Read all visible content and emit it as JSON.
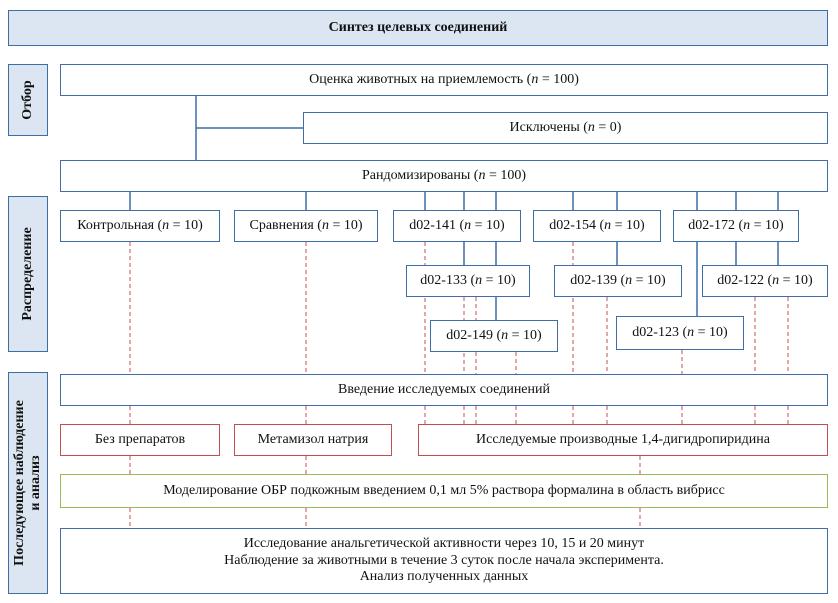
{
  "header": {
    "title": "Синтез целевых соединений"
  },
  "side_labels": {
    "selection": "Отбор",
    "distribution": "Распределение",
    "followup_line1": "Последующее наблюдение",
    "followup_line2": "и анализ"
  },
  "selection": {
    "assessment": {
      "pre": "Оценка животных на приемлемость (",
      "n": "n",
      "post": " = 100)"
    },
    "excluded": {
      "pre": "Исключены (",
      "n": "n",
      "post": " = 0)"
    },
    "randomized": {
      "pre": "Рандомизированы (",
      "n": "n",
      "post": " = 100)"
    }
  },
  "groups": [
    {
      "id": "control",
      "pre": "Контрольная (",
      "n": "n",
      "post": " = 10)"
    },
    {
      "id": "comparison",
      "pre": "Сравнения (",
      "n": "n",
      "post": " = 10)"
    },
    {
      "id": "d02-141",
      "pre": "d02-141 (",
      "n": "n",
      "post": " = 10)"
    },
    {
      "id": "d02-154",
      "pre": "d02-154 (",
      "n": "n",
      "post": " = 10)"
    },
    {
      "id": "d02-172",
      "pre": "d02-172 (",
      "n": "n",
      "post": " = 10)"
    },
    {
      "id": "d02-133",
      "pre": "d02-133 (",
      "n": "n",
      "post": " = 10)"
    },
    {
      "id": "d02-139",
      "pre": "d02-139 (",
      "n": "n",
      "post": " = 10)"
    },
    {
      "id": "d02-122",
      "pre": "d02-122 (",
      "n": "n",
      "post": " = 10)"
    },
    {
      "id": "d02-149",
      "pre": "d02-149 (",
      "n": "n",
      "post": " = 10)"
    },
    {
      "id": "d02-123",
      "pre": "d02-123 (",
      "n": "n",
      "post": " = 10)"
    }
  ],
  "followup": {
    "administration": "Введение исследуемых соединений",
    "no_drugs": "Без препаратов",
    "metamizole": "Метамизол натрия",
    "derivatives": "Исследуемые производные 1,4-дигидропиридина",
    "modeling": "Моделирование ОБР подкожным введением 0,1 мл 5% раствора формалина в область вибрисс",
    "study_lines": [
      "Исследование анальгетической активности через 10, 15 и 20 минут",
      "Наблюдение за животными в течение 3 суток после начала эксперимента.",
      "Анализ полученных данных"
    ]
  },
  "colors": {
    "blue_border": "#3f6ea5",
    "header_fill": "#dce6f2",
    "red_border": "#c0504d",
    "olive_border": "#9bbb59",
    "dash_red": "#c0504d"
  }
}
